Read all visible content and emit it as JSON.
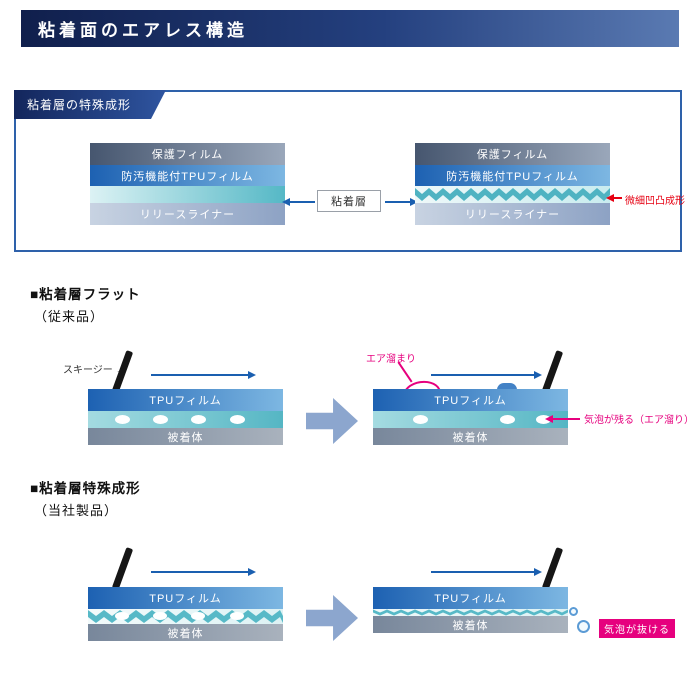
{
  "header": {
    "title": "粘着面のエアレス構造"
  },
  "special_forming": {
    "tab_title": "粘着層の特殊成形",
    "adhesive_label": "粘着層",
    "texture_note": "微細凹凸成形",
    "flat_stack": {
      "protect": "保護フィルム",
      "tpu": "防汚機能付TPUフィルム",
      "liner": "リリースライナー"
    },
    "textured_stack": {
      "protect": "保護フィルム",
      "tpu": "防汚機能付TPUフィルム",
      "liner": "リリースライナー"
    }
  },
  "flat_section": {
    "heading": "■粘着層フラット",
    "subheading": "（従来品）",
    "squeegee_label": "スキージー →",
    "before": {
      "tpu": "TPUフィルム",
      "substrate": "被着体"
    },
    "after": {
      "tpu": "TPUフィルム",
      "substrate": "被着体",
      "air_pocket_label": "エア溜まり",
      "bubble_note": "気泡が残る（エア溜り）"
    }
  },
  "special_section": {
    "heading": "■粘着層特殊成形",
    "subheading": "（当社製品）",
    "before": {
      "tpu": "TPUフィルム",
      "substrate": "被着体"
    },
    "after": {
      "tpu": "TPUフィルム",
      "substrate": "被着体",
      "escape_note": "気泡が抜ける"
    }
  },
  "colors": {
    "navy": "#13265c",
    "accent_blue": "#1a5fb0",
    "teal": "#55b8c6",
    "magenta": "#e6007e",
    "red": "#e60012",
    "big_arrow": "#8ca6ce"
  }
}
